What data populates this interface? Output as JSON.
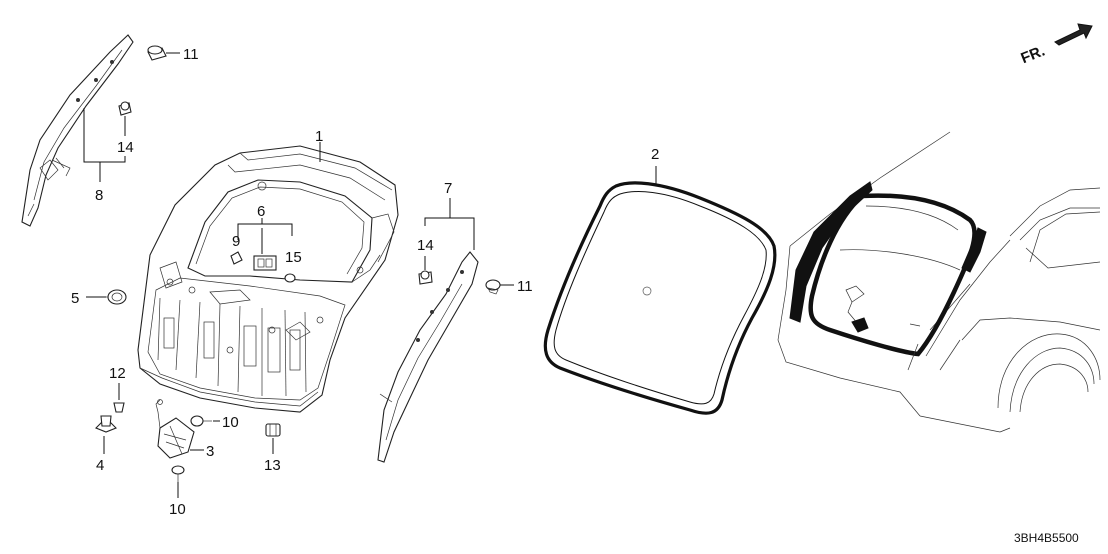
{
  "diagram": {
    "code": "3BH4B5500",
    "direction": "FR.",
    "callouts": {
      "c1": "1",
      "c2": "2",
      "c3": "3",
      "c4": "4",
      "c5": "5",
      "c6": "6",
      "c7": "7",
      "c8": "8",
      "c9": "9",
      "c10a": "10",
      "c10b": "10",
      "c11a": "11",
      "c11b": "11",
      "c12": "12",
      "c13": "13",
      "c14a": "14",
      "c14b": "14",
      "c15": "15"
    }
  }
}
